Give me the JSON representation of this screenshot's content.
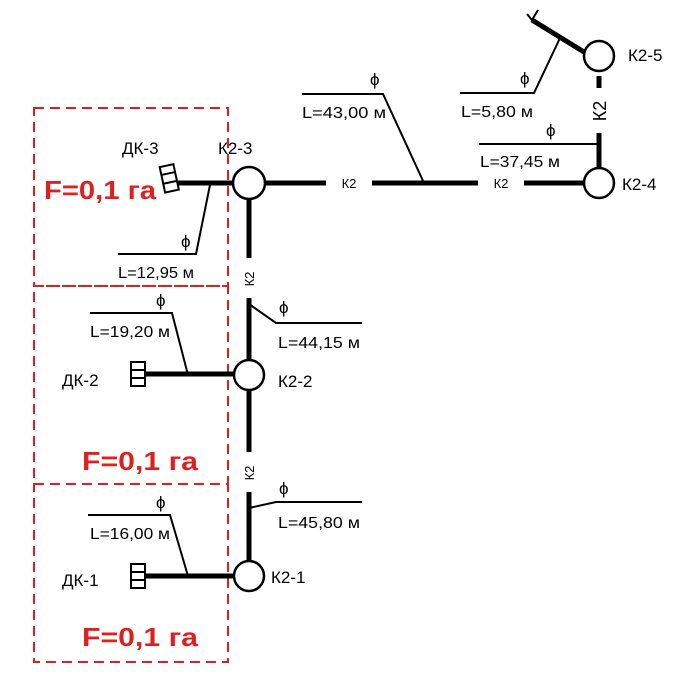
{
  "colors": {
    "lines": "#000000",
    "zones": "#e02020",
    "area_text": "#e02020"
  },
  "pipe_label": "К2",
  "diameter_symbol": "ϕ",
  "wells": {
    "k2_1": "К2-1",
    "k2_2": "К2-2",
    "k2_3": "К2-3",
    "k2_4": "К2-4",
    "k2_5": "К2-5"
  },
  "drains": {
    "dk_1": "ДК-1",
    "dk_2": "ДК-2",
    "dk_3": "ДК-3"
  },
  "lengths": {
    "dk3_k23": "L=12,95 м",
    "k23_k24": "L=43,00 м",
    "k24_k25": "L=5,80 м",
    "k24_right": "L=37,45 м",
    "dk2_k22": "L=19,20 м",
    "k22_k23": "L=44,15 м",
    "dk1_k21": "L=16,00 м",
    "k21_k22": "L=45,80 м"
  },
  "areas": {
    "zone_3": "F=0,1 га",
    "zone_2": "F=0,1 га",
    "zone_1": "F=0,1 га"
  }
}
